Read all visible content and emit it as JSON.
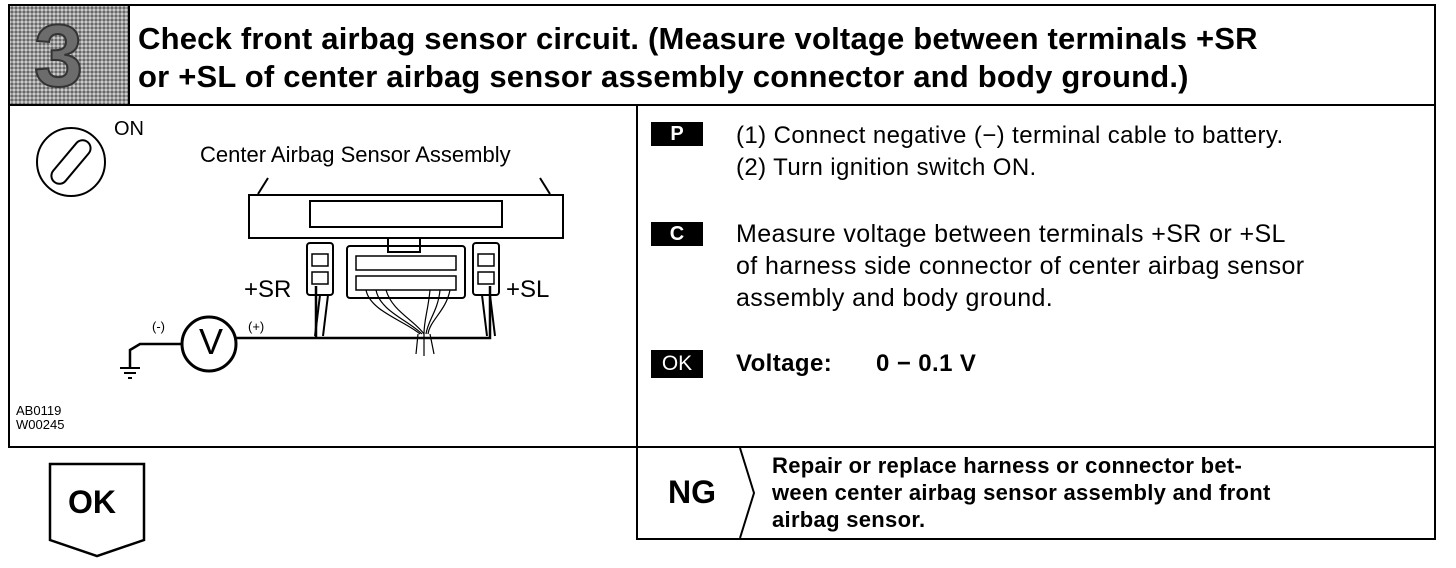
{
  "step": {
    "number": "3",
    "title_line1": "Check front airbag sensor circuit. (Measure voltage between terminals +SR",
    "title_line2": "or +SL of center airbag sensor assembly connector and body ground.)"
  },
  "diagram": {
    "ignition_label": "ON",
    "assembly_label": "Center Airbag Sensor Assembly",
    "left_terminal": "+SR",
    "right_terminal": "+SL",
    "meter_symbol": "V",
    "minus_mark": "(-)",
    "plus_mark": "(+)",
    "code_1": "AB0119",
    "code_2": "W00245"
  },
  "procedure": {
    "p_tag": "P",
    "p_line1": "(1)  Connect negative (−) terminal cable to battery.",
    "p_line2": "(2)  Turn ignition switch ON.",
    "c_tag": "C",
    "c_line1": "Measure voltage between terminals +SR or +SL",
    "c_line2": "of harness side connector of center airbag sensor",
    "c_line3": "assembly and body ground.",
    "ok_tag": "OK",
    "spec_label": "Voltage:",
    "spec_value": "0 − 0.1 V"
  },
  "results": {
    "ok_label": "OK",
    "ng_label": "NG",
    "ng_line1": "Repair or replace harness or connector bet-",
    "ng_line2": "ween center airbag sensor assembly and front",
    "ng_line3": "airbag sensor."
  }
}
